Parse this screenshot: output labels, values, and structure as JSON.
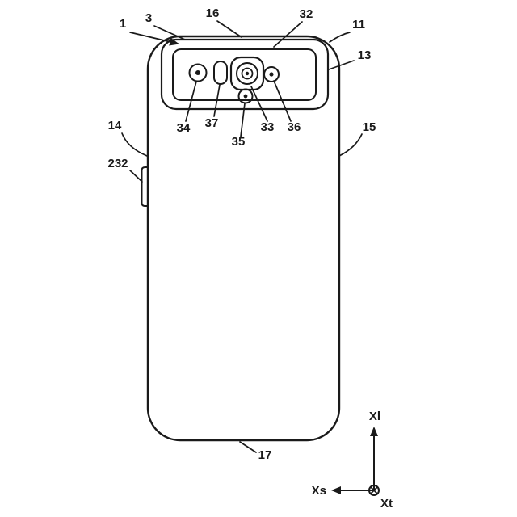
{
  "figure": {
    "labels": {
      "ref_1": "1",
      "ref_3": "3",
      "ref_16": "16",
      "ref_32": "32",
      "ref_11": "11",
      "ref_13": "13",
      "ref_14": "14",
      "ref_232": "232",
      "ref_15": "15",
      "ref_34": "34",
      "ref_37": "37",
      "ref_35": "35",
      "ref_33": "33",
      "ref_36": "36",
      "ref_17": "17"
    },
    "axes": {
      "up": "Xl",
      "left": "Xs",
      "origin": "Xt"
    },
    "colors": {
      "line": "#1a1a1a",
      "background": "#ffffff"
    }
  }
}
